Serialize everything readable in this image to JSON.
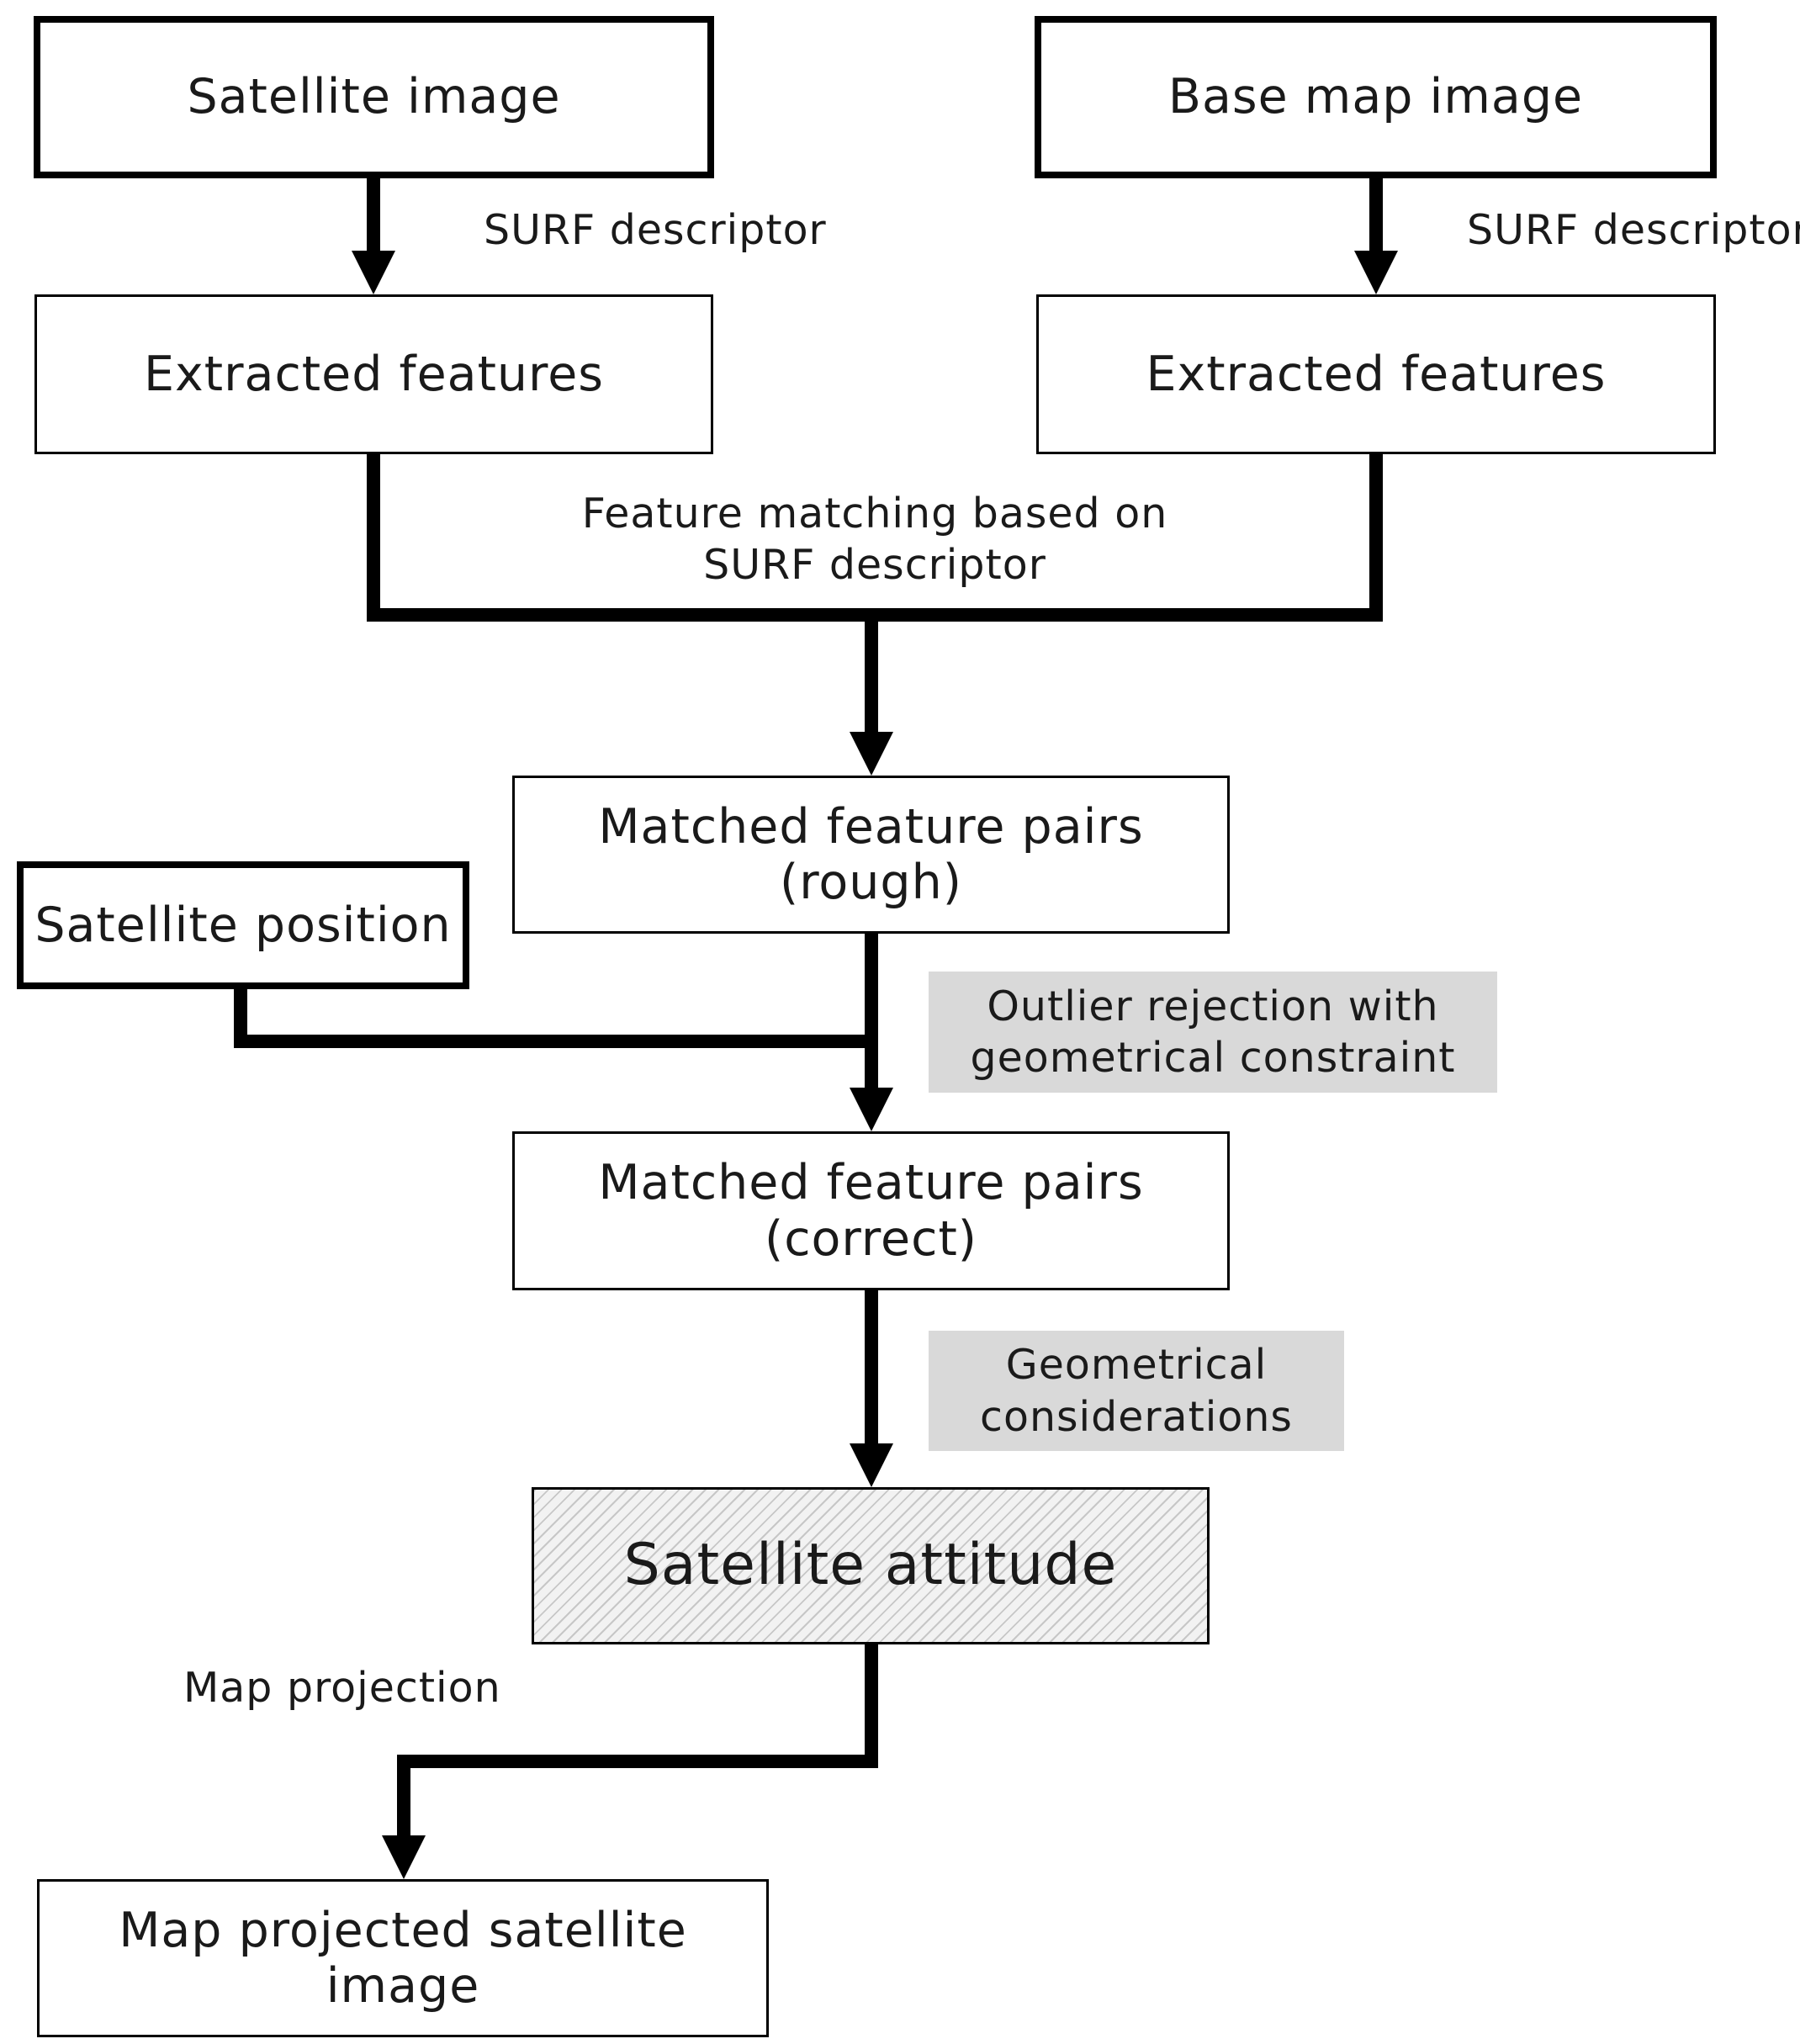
{
  "nodes": {
    "satellite_image": "Satellite image",
    "base_map_image": "Base map image",
    "extracted_features_left": "Extracted features",
    "extracted_features_right": "Extracted features",
    "matched_rough": [
      "Matched feature pairs",
      "(rough)"
    ],
    "satellite_position": "Satellite position",
    "matched_correct": [
      "Matched feature pairs",
      "(correct)"
    ],
    "satellite_attitude": "Satellite attitude",
    "map_projected_image": "Map projected satellite image"
  },
  "edge_labels": {
    "surf_left": "SURF descriptor",
    "surf_right": "SURF descriptor",
    "feature_matching": [
      "Feature matching based on",
      "SURF descriptor"
    ],
    "outlier_rejection": [
      "Outlier rejection with",
      "geometrical constraint"
    ],
    "geometrical_considerations": [
      "Geometrical",
      "considerations"
    ],
    "map_projection": "Map projection"
  },
  "colors": {
    "stroke": "#000000",
    "annotation_fill": "#d9d9d9",
    "hatch": "#c7c7c7"
  }
}
